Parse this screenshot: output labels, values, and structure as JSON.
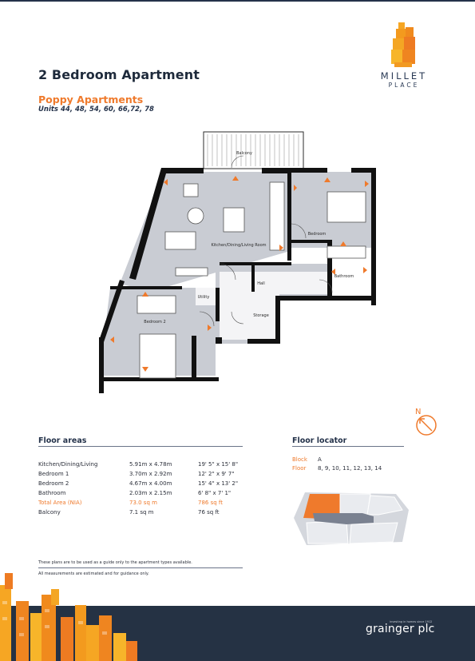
{
  "header": {
    "title": "2 Bedroom Apartment",
    "subtitle": "Poppy Apartments",
    "units": "Units 44, 48, 54, 60, 66,72, 78"
  },
  "logo": {
    "name": "MILLET",
    "sub": "PLACE",
    "icon": "stacked-blocks-logo"
  },
  "plan": {
    "rooms": {
      "balcony": "Balcony",
      "kitchen": "Kitchen/Dining/Living Room",
      "bedroom": "Bedroom",
      "hall": "Hall",
      "bathroom": "Bathroom",
      "utility": "Utility",
      "storage": "Storage",
      "bedroom2": "Bedroom 2"
    },
    "compass_label": "N"
  },
  "floor_areas": {
    "heading": "Floor areas",
    "rows": [
      {
        "room": "Kitchen/Dining/Living",
        "metric": "5.91m x 4.78m",
        "imperial": "19' 5\" x 15' 8\"",
        "highlight": false
      },
      {
        "room": "Bedroom 1",
        "metric": "3.70m x 2.92m",
        "imperial": "12' 2\" x 9' 7\"",
        "highlight": false
      },
      {
        "room": "Bedroom 2",
        "metric": "4.67m x 4.00m",
        "imperial": "15' 4\" x 13' 2\"",
        "highlight": false
      },
      {
        "room": "Bathroom",
        "metric": "2.03m x 2.15m",
        "imperial": "6' 8\" x 7' 1\"",
        "highlight": false
      },
      {
        "room": "Total Area (NIA)",
        "metric": "73.0 sq m",
        "imperial": "786 sq ft",
        "highlight": true
      },
      {
        "room": "Balcony",
        "metric": "7.1 sq m",
        "imperial": "76 sq ft",
        "highlight": false
      }
    ]
  },
  "floor_locator": {
    "heading": "Floor locator",
    "block_label": "Block",
    "block_value": "A",
    "floor_label": "Floor",
    "floor_value": "8, 9, 10, 11, 12, 13, 14"
  },
  "disclaimer": {
    "line1": "These plans are to be used as a guide only to the apartment types available.",
    "line2": "All measurements are estimated and for guidance only."
  },
  "footer": {
    "brand": "grainger plc",
    "tagline": "investing in homes since 1912"
  },
  "colors": {
    "accent": "#ef7a2c",
    "navy": "#253244",
    "floor": "#c9ccd3"
  }
}
